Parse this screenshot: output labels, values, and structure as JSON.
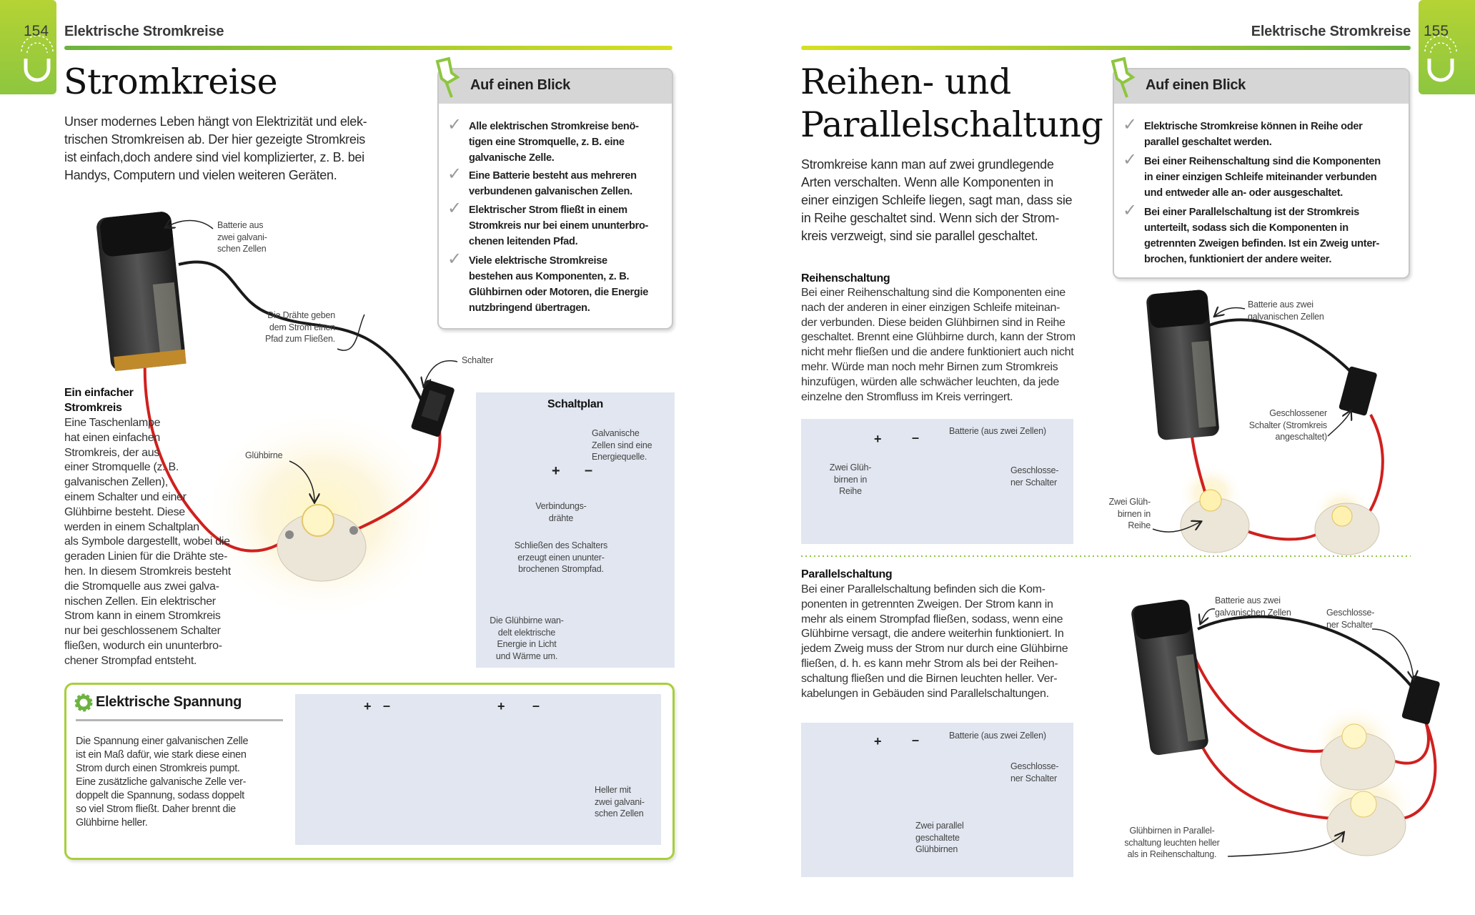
{
  "left_page": {
    "page_number": "154",
    "section": "Elektrische Stromkreise",
    "title": "Stromkreise",
    "intro": [
      "Unser modernes Leben hängt von Elektrizität und elek-",
      "trischen Stromkreisen ab. Der hier gezeigte Stromkreis",
      "ist einfach,doch andere sind viel komplizierter, z. B. bei",
      "Handys, Computern und vielen weiteren Geräten."
    ],
    "at_a_glance": {
      "title": "Auf einen Blick",
      "items": [
        [
          "Alle elektrischen Stromkreise benö-",
          "tigen eine Stromquelle, z. B. eine",
          "galvanische Zelle."
        ],
        [
          "Eine Batterie besteht aus mehreren",
          "verbundenen galvanischen Zellen."
        ],
        [
          "Elektrischer Strom fließt in einem",
          "Stromkreis nur bei einem ununterbro-",
          "chenen leitenden Pfad."
        ],
        [
          "Viele elektrische Stromkreise",
          "bestehen aus Komponenten, z. B.",
          "Glühbirnen oder Motoren, die Energie",
          "nutzbringend übertragen."
        ]
      ]
    },
    "photo_labels": {
      "battery": [
        "Batterie aus",
        "zwei galvani-",
        "schen Zellen"
      ],
      "wires": [
        "Die Drähte geben",
        "dem Strom einen",
        "Pfad zum Fließen."
      ],
      "switch": [
        "Schalter"
      ],
      "bulb": [
        "Glühbirne"
      ]
    },
    "simple_circuit": {
      "heading": [
        "Ein einfacher",
        "Stromkreis"
      ],
      "body": [
        "Eine Taschenlampe",
        "hat einen einfachen",
        "Stromkreis, der aus",
        "einer Stromquelle (z. B.",
        "galvanischen Zellen),",
        "einem Schalter und einer",
        "Glühbirne besteht. Diese",
        "werden in einem Schaltplan",
        "als Symbole dargestellt, wobei die",
        "geraden Linien für die Drähte ste-",
        "hen. In diesem Stromkreis besteht",
        "die Stromquelle aus zwei galva-",
        "nischen Zellen. Ein elektrischer",
        "Strom kann in einem Stromkreis",
        "nur bei geschlossenem Schalter",
        "fließen, wodurch ein ununterbro-",
        "chener Strompfad entsteht."
      ]
    },
    "schematic": {
      "title": "Schaltplan",
      "plus": "+",
      "minus": "–",
      "cells_label": [
        "Galvanische",
        "Zellen sind eine",
        "Energiequelle."
      ],
      "wires_label": [
        "Verbindungs-",
        "drähte"
      ],
      "switch_label": [
        "Schließen des Schalters",
        "erzeugt einen ununter-",
        "brochenen Strompfad."
      ],
      "bulb_label": [
        "Die Glühbirne wan-",
        "delt elektrische",
        "Energie in Licht",
        "und Wärme um."
      ]
    },
    "voltage_box": {
      "title": "Elektrische Spannung",
      "body": [
        "Die Spannung einer galvanischen Zelle",
        "ist ein Maß dafür, wie stark diese einen",
        "Strom durch einen Stromkreis pumpt.",
        "Eine zusätzliche galvanische Zelle ver-",
        "doppelt die Spannung, sodass doppelt",
        "so viel Strom fließt. Daher brennt die",
        "Glühbirne heller."
      ],
      "plus": "+",
      "minus": "–",
      "brighter_label": [
        "Heller mit",
        "zwei galvani-",
        "schen Zellen"
      ]
    }
  },
  "right_page": {
    "page_number": "155",
    "section": "Elektrische Stromkreise",
    "title": [
      "Reihen- und",
      "Parallelschaltung"
    ],
    "intro": [
      "Stromkreise kann man auf zwei grundlegende",
      "Arten verschalten. Wenn alle Komponenten in",
      "einer einzigen Schleife liegen, sagt man, dass sie",
      "in Reihe geschaltet sind. Wenn sich der Strom-",
      "kreis verzweigt, sind sie parallel geschaltet."
    ],
    "at_a_glance": {
      "title": "Auf einen Blick",
      "items": [
        [
          "Elektrische Stromkreise können in Reihe oder",
          "parallel geschaltet werden."
        ],
        [
          "Bei einer Reihenschaltung sind die Komponenten",
          "in einer einzigen Schleife miteinander verbunden",
          "und entweder alle an- oder ausgeschaltet."
        ],
        [
          "Bei einer Parallelschaltung ist der Stromkreis",
          "unterteilt, sodass sich die Komponenten in",
          "getrennten Zweigen befinden. Ist ein Zweig unter-",
          "brochen, funktioniert der andere weiter."
        ]
      ]
    },
    "series": {
      "heading": "Reihenschaltung",
      "body": [
        "Bei einer Reihenschaltung sind die Komponenten eine",
        "nach der anderen in einer einzigen Schleife miteinan-",
        "der verbunden. Diese beiden Glühbirnen sind in Reihe",
        "geschaltet. Brennt eine Glühbirne durch, kann der Strom",
        "nicht mehr fließen und die andere funktioniert auch nicht",
        "mehr. Würde man noch mehr Birnen zum Stromkreis",
        "hinzufügen, würden alle schwächer leuchten, da jede",
        "einzelne den Stromfluss im Kreis verringert."
      ],
      "diagram": {
        "plus": "+",
        "minus": "–",
        "battery_label": [
          "Batterie (aus zwei Zellen)"
        ],
        "bulbs_label": [
          "Zwei Glüh-",
          "birnen in",
          "Reihe"
        ],
        "switch_label": [
          "Geschlosse-",
          "ner Schalter"
        ]
      },
      "photo_labels": {
        "battery": [
          "Batterie aus zwei",
          "galvanischen Zellen"
        ],
        "switch": [
          "Geschlossener",
          "Schalter (Stromkreis",
          "angeschaltet)"
        ],
        "bulbs": [
          "Zwei Glüh-",
          "birnen in",
          "Reihe"
        ]
      }
    },
    "parallel": {
      "heading": "Parallelschaltung",
      "body": [
        "Bei einer Parallelschaltung befinden sich die Kom-",
        "ponenten in getrennten Zweigen. Der Strom kann in",
        "mehr als einem Strompfad fließen, sodass, wenn eine",
        "Glühbirne versagt, die andere weiterhin funktioniert. In",
        "jedem Zweig muss der Strom nur durch eine Glühbirne",
        "fließen, d. h. es kann mehr Strom als bei der Reihen-",
        "schaltung fließen und die Birnen leuchten heller. Ver-",
        "kabelungen in Gebäuden sind Parallelschaltungen."
      ],
      "diagram": {
        "plus": "+",
        "minus": "–",
        "battery_label": [
          "Batterie (aus zwei Zellen)"
        ],
        "switch_label": [
          "Geschlosse-",
          "ner Schalter"
        ],
        "bulbs_label": [
          "Zwei parallel",
          "geschaltete",
          "Glühbirnen"
        ]
      },
      "photo_labels": {
        "battery": [
          "Batterie aus zwei",
          "galvanischen Zellen"
        ],
        "switch": [
          "Geschlosse-",
          "ner Schalter"
        ],
        "bulbs": [
          "Glühbirnen in Parallel-",
          "schaltung leuchten heller",
          "als in Reihenschaltung."
        ]
      }
    }
  },
  "colors": {
    "accent_green": "#8dc63f",
    "accent_yellow": "#d7df23",
    "panel_blue": "#e1e6f0",
    "bulb_on": "#f7e21b",
    "bulb_off": "#faf3cf",
    "wire_red": "#d0201e"
  },
  "icons": [
    "magnet-icon",
    "pushpin-icon",
    "checkmark-icon",
    "gear-icon"
  ]
}
